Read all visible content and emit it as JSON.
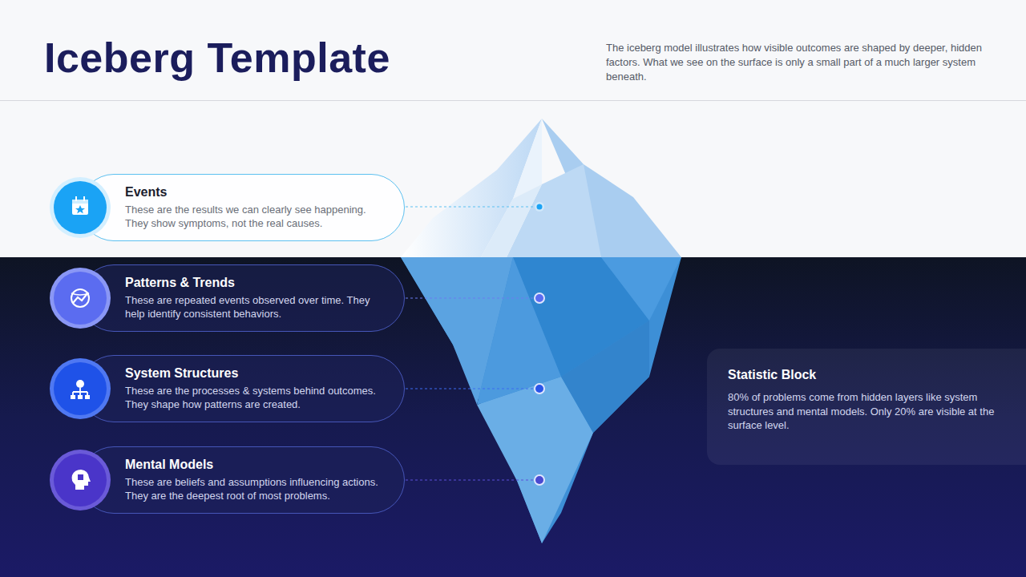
{
  "diagram": {
    "title": "Iceberg Template",
    "caption": "The iceberg model illustrates how visible outcomes are shaped by deeper, hidden factors. What we see on the surface is only a small part of a much larger system beneath.",
    "nodes": [
      {
        "text": [
          "Events",
          "These are the results we can clearly see happening. They show symptoms, not the real causes."
        ]
      },
      {
        "text": [
          "Patterns & Trends",
          "These are repeated events observed over time. They help identify consistent behaviors."
        ]
      },
      {
        "text": [
          "System Structures",
          "These are the processes & systems behind outcomes. They shape how patterns are created."
        ]
      },
      {
        "text": [
          "Mental Models",
          "These are beliefs and assumptions influencing actions. They are the deepest root of most problems."
        ]
      },
      {
        "text": [
          "Statistic Block",
          "80% of problems come from hidden layers like system structures and mental models. Only 20% are visible at the surface level."
        ]
      }
    ]
  }
}
